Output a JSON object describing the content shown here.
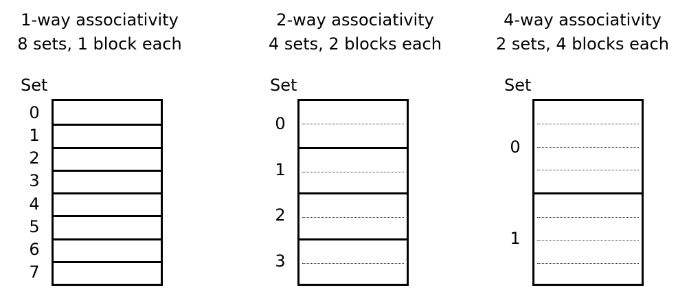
{
  "panels": [
    {
      "title_line1": "1-way associativity",
      "title_line2": "8 sets, 1 block each",
      "set_header": "Set",
      "sets": [
        "0",
        "1",
        "2",
        "3",
        "4",
        "5",
        "6",
        "7"
      ],
      "blocks_per_set": 1
    },
    {
      "title_line1": "2-way associativity",
      "title_line2": "4 sets, 2 blocks each",
      "set_header": "Set",
      "sets": [
        "0",
        "1",
        "2",
        "3"
      ],
      "blocks_per_set": 2
    },
    {
      "title_line1": "4-way associativity",
      "title_line2": "2 sets, 4 blocks each",
      "set_header": "Set",
      "sets": [
        "0",
        "1"
      ],
      "blocks_per_set": 4
    }
  ]
}
